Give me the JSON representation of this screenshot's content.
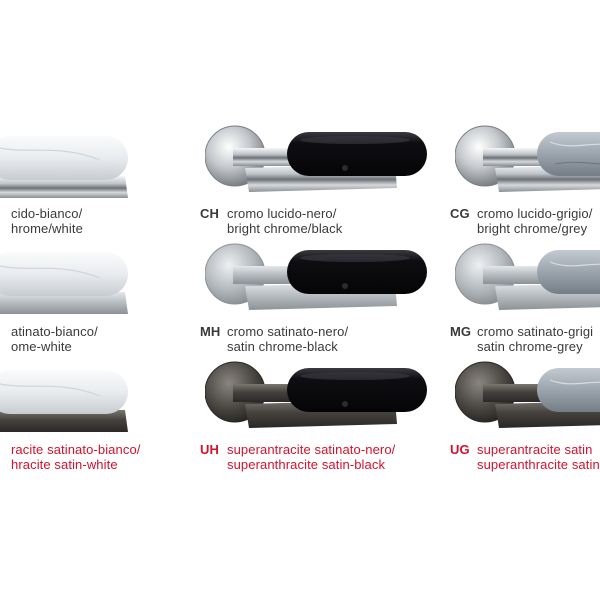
{
  "colors": {
    "text": "#3a3a3a",
    "accent_red": "#d2122e",
    "white_grip": "#eef0f2",
    "black_grip": "#101014",
    "grey_grip": "#9aa3ac"
  },
  "handles": [
    {
      "code": "",
      "line1": "cido-bianco/",
      "line2": "hrome/white",
      "grip": "white-marble",
      "finish": "bright-chrome",
      "red": false
    },
    {
      "code": "CH",
      "line1": "cromo lucido-nero/",
      "line2": "bright chrome/black",
      "grip": "black",
      "finish": "bright-chrome",
      "red": false
    },
    {
      "code": "CG",
      "line1": "cromo lucido-grigio/",
      "line2": "bright chrome/grey",
      "grip": "grey-marble",
      "finish": "bright-chrome",
      "red": false
    },
    {
      "code": "",
      "line1": "atinato-bianco/",
      "line2": "ome-white",
      "grip": "white-marble",
      "finish": "satin-chrome",
      "red": false
    },
    {
      "code": "MH",
      "line1": "cromo satinato-nero/",
      "line2": "satin chrome-black",
      "grip": "black",
      "finish": "satin-chrome",
      "red": false
    },
    {
      "code": "MG",
      "line1": "cromo satinato-grigi",
      "line2": "satin chrome-grey",
      "grip": "grey-marble",
      "finish": "satin-chrome",
      "red": false
    },
    {
      "code": "",
      "line1": "racite satinato-bianco/",
      "line2": "hracite satin-white",
      "grip": "white-marble",
      "finish": "superanthracite",
      "red": true
    },
    {
      "code": "UH",
      "line1": "superantracite satinato-nero/",
      "line2": "superanthracite satin-black",
      "grip": "black",
      "finish": "superanthracite",
      "red": true
    },
    {
      "code": "UG",
      "line1": "superantracite satin",
      "line2": "superanthracite satin",
      "grip": "grey-marble",
      "finish": "superanthracite",
      "red": true
    }
  ]
}
